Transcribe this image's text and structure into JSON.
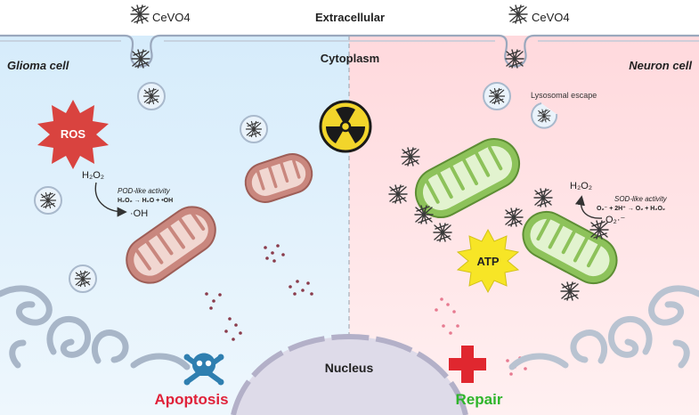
{
  "labels": {
    "extracellular": "Extracellular",
    "cytoplasm": "Cytoplasm",
    "nucleus": "Nucleus",
    "glioma_cell": "Glioma cell",
    "neuron_cell": "Neuron cell",
    "ceo4_left": "CeVO4",
    "ceo4_right": "CeVO4",
    "ros": "ROS",
    "atp": "ATP",
    "lysosomal_escape": "Lysosomal escape",
    "pod_activity": "POD-like activity",
    "pod_reaction": "H₂O₂ → H₂O + •OH",
    "sod_activity": "SOD-like activity",
    "sod_reaction": "O₂⁻ + 2H⁺ → O₂ + H₂O₂",
    "h2o2_left": "H₂O₂",
    "oh": "·OH",
    "h2o2_right": "H₂O₂",
    "o2": "O₂·⁻",
    "apoptosis": "Apoptosis",
    "repair": "Repair"
  },
  "colors": {
    "glioma_bg": "#dcefff",
    "neuron_bg": "#ffe0e3",
    "membrane": "#9aa8bd",
    "ros_star": "#d9433f",
    "atp_star": "#f7e526",
    "mito_sick": "#c9877e",
    "mito_healthy": "#8dc25a",
    "apoptosis_text": "#e0223a",
    "repair_text": "#2fb52b",
    "repair_cross": "#e0272f",
    "skull": "#2f7fb0",
    "nucleus": "#b3b0c8"
  }
}
